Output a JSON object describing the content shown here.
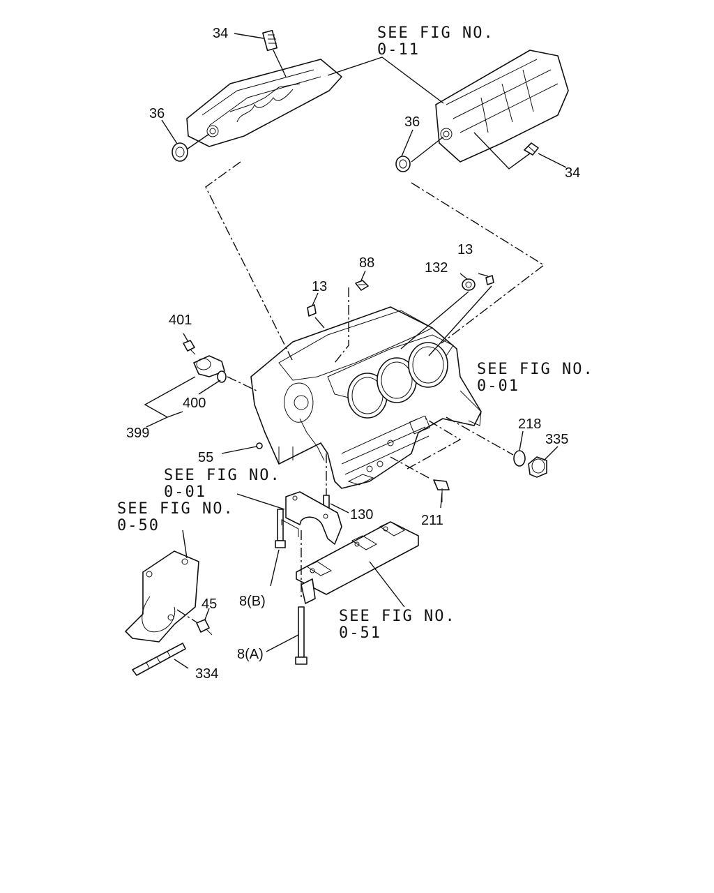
{
  "diagram": {
    "references": [
      {
        "id": "ref-0-11",
        "line1": "SEE FIG NO.",
        "line2": "0-11"
      },
      {
        "id": "ref-0-01-right",
        "line1": "SEE FIG NO.",
        "line2": "0-01"
      },
      {
        "id": "ref-0-01-left",
        "line1": "SEE FIG NO.",
        "line2": "0-01"
      },
      {
        "id": "ref-0-50",
        "line1": "SEE FIG NO.",
        "line2": "0-50"
      },
      {
        "id": "ref-0-51",
        "line1": "SEE FIG NO.",
        "line2": "0-51"
      }
    ],
    "callouts": [
      {
        "id": "p34-top",
        "label": "34"
      },
      {
        "id": "p36-left",
        "label": "36"
      },
      {
        "id": "p36-right",
        "label": "36"
      },
      {
        "id": "p34-right",
        "label": "34"
      },
      {
        "id": "p88",
        "label": "88"
      },
      {
        "id": "p13-right",
        "label": "13"
      },
      {
        "id": "p132",
        "label": "132"
      },
      {
        "id": "p13-left",
        "label": "13"
      },
      {
        "id": "p401",
        "label": "401"
      },
      {
        "id": "p400",
        "label": "400"
      },
      {
        "id": "p399",
        "label": "399"
      },
      {
        "id": "p55",
        "label": "55"
      },
      {
        "id": "p218",
        "label": "218"
      },
      {
        "id": "p335",
        "label": "335"
      },
      {
        "id": "p130",
        "label": "130"
      },
      {
        "id": "p211",
        "label": "211"
      },
      {
        "id": "p8b",
        "label": "8(B)"
      },
      {
        "id": "p45",
        "label": "45"
      },
      {
        "id": "p8a",
        "label": "8(A)"
      },
      {
        "id": "p334",
        "label": "334"
      }
    ]
  }
}
